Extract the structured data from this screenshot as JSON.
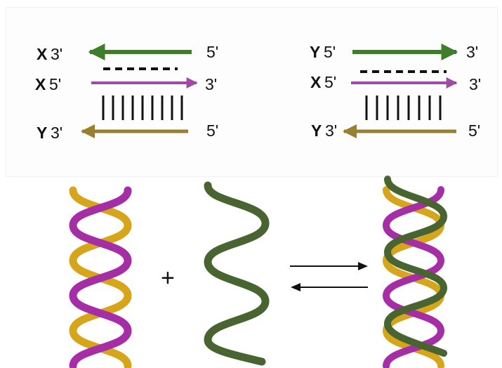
{
  "colors": {
    "green": "#3e7d2a",
    "purple": "#a04aa6",
    "brown": "#9a7f2f",
    "gold": "#d6a51a",
    "magenta": "#a52ea6",
    "dark_green": "#486531"
  },
  "left_diagram": {
    "top": {
      "strand": "X",
      "left_end": "3'",
      "right_end": "5'"
    },
    "middle": {
      "strand": "X",
      "left_end": "5'",
      "right_end": "3'"
    },
    "bottom": {
      "strand": "Y",
      "left_end": "3'",
      "right_end": "5'"
    }
  },
  "right_diagram": {
    "top": {
      "strand": "Y",
      "left_end": "5'",
      "right_end": "3'"
    },
    "middle": {
      "strand": "X",
      "left_end": "5'",
      "right_end": "3'"
    },
    "bottom": {
      "strand": "Y",
      "left_end": "3'",
      "right_end": "5'"
    }
  },
  "bottom_row": {
    "plus_sign": "+"
  }
}
